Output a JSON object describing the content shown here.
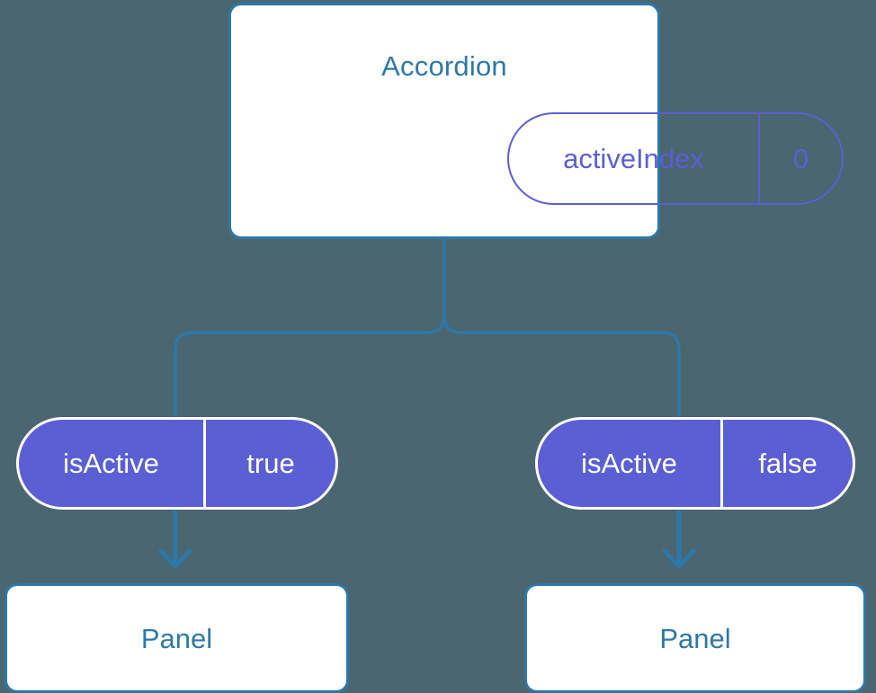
{
  "diagram": {
    "type": "component-tree",
    "background_color": "#4a6670",
    "accent_blue": "#2e78a8",
    "accent_purple": "#5b5fd4",
    "root": {
      "title": "Accordion",
      "state_pill": {
        "key": "activeIndex",
        "value": "0"
      }
    },
    "children": [
      {
        "prop_pill": {
          "key": "isActive",
          "value": "true"
        },
        "component": "Panel"
      },
      {
        "prop_pill": {
          "key": "isActive",
          "value": "false"
        },
        "component": "Panel"
      }
    ]
  }
}
